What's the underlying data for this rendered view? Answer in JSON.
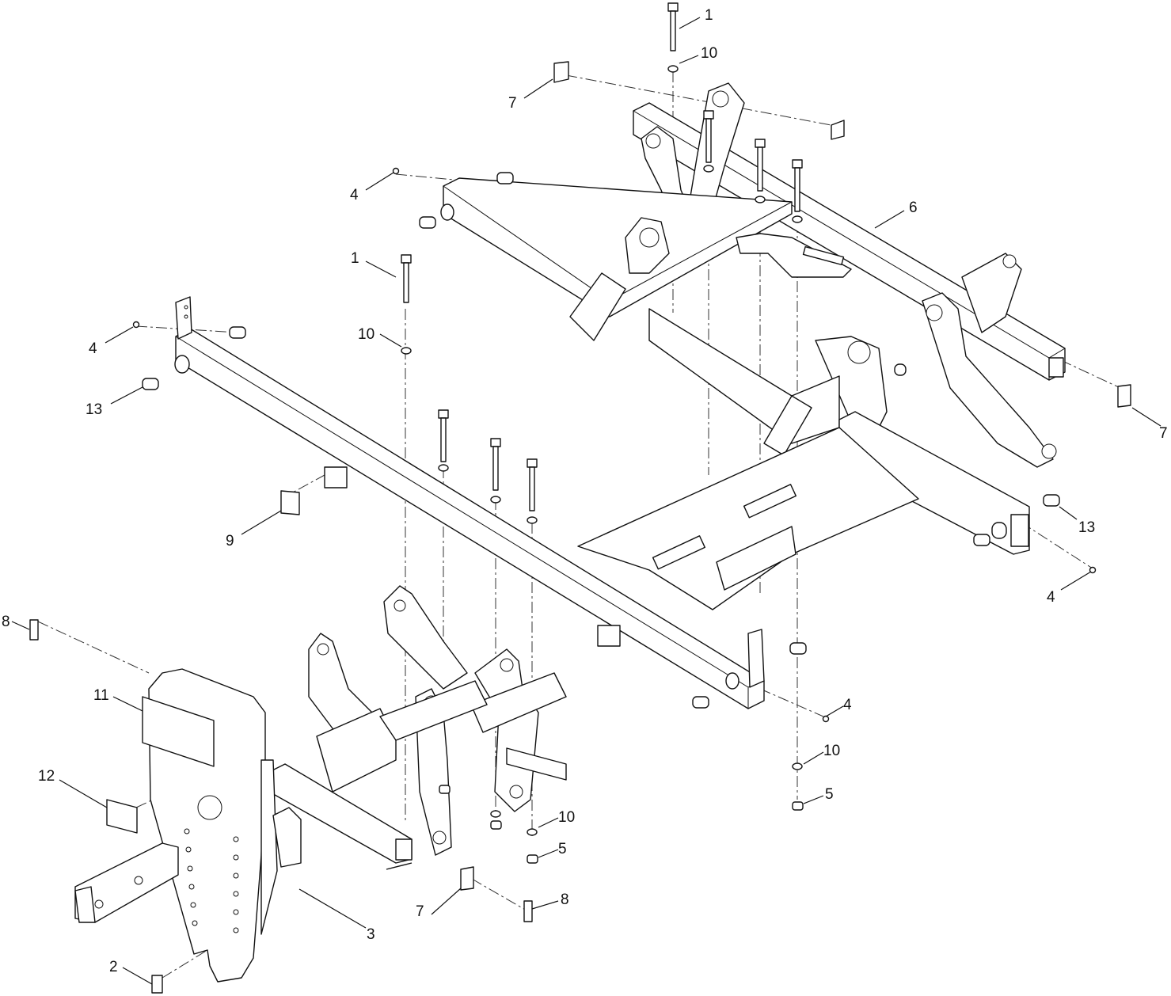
{
  "callouts": [
    {
      "label": "1"
    },
    {
      "label": "10"
    },
    {
      "label": "7"
    },
    {
      "label": "4"
    },
    {
      "label": "6"
    },
    {
      "label": "1"
    },
    {
      "label": "10"
    },
    {
      "label": "4"
    },
    {
      "label": "13"
    },
    {
      "label": "7"
    },
    {
      "label": "9"
    },
    {
      "label": "13"
    },
    {
      "label": "4"
    },
    {
      "label": "8"
    },
    {
      "label": "11"
    },
    {
      "label": "4"
    },
    {
      "label": "10"
    },
    {
      "label": "12"
    },
    {
      "label": "5"
    },
    {
      "label": "10"
    },
    {
      "label": "5"
    },
    {
      "label": "7"
    },
    {
      "label": "8"
    },
    {
      "label": "3"
    },
    {
      "label": "2"
    }
  ]
}
